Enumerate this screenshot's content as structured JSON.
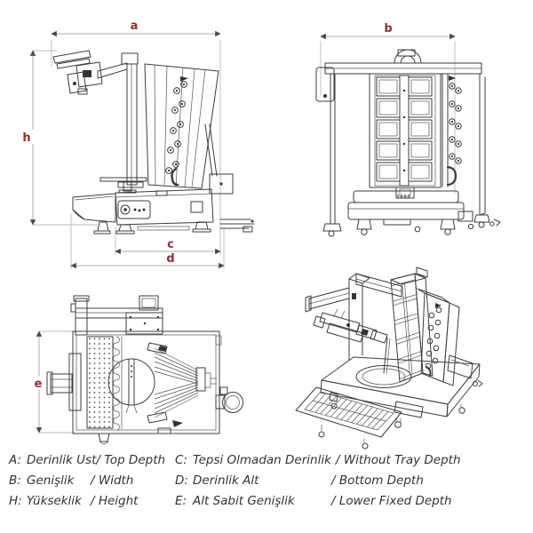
{
  "diagram": {
    "dimensions": {
      "a": "a",
      "b": "b",
      "c": "c",
      "d": "d",
      "e": "e",
      "h": "h"
    },
    "colors": {
      "dimension_label": "#833333",
      "dimension_line": "#b5a8a8",
      "drawing_line": "#3d3d3d",
      "legend_text": "#333333",
      "background": "#ffffff"
    }
  },
  "legend": {
    "left": [
      {
        "letter": "A:",
        "turkish": "Derinlik Ust",
        "english": "/ Top Depth"
      },
      {
        "letter": "B:",
        "turkish": "Genişlik",
        "english": "/ Width"
      },
      {
        "letter": "H:",
        "turkish": "Yükseklik",
        "english": "/ Height"
      }
    ],
    "right": [
      {
        "letter": "C:",
        "turkish": "Tepsi Olmadan Derinlik",
        "english": "/ Without Tray Depth"
      },
      {
        "letter": "D:",
        "turkish": "Derinlik Alt",
        "english": "/ Bottom Depth"
      },
      {
        "letter": "E:",
        "turkish": "Alt Sabit Genişlik",
        "english": "/ Lower Fixed Depth"
      }
    ]
  }
}
